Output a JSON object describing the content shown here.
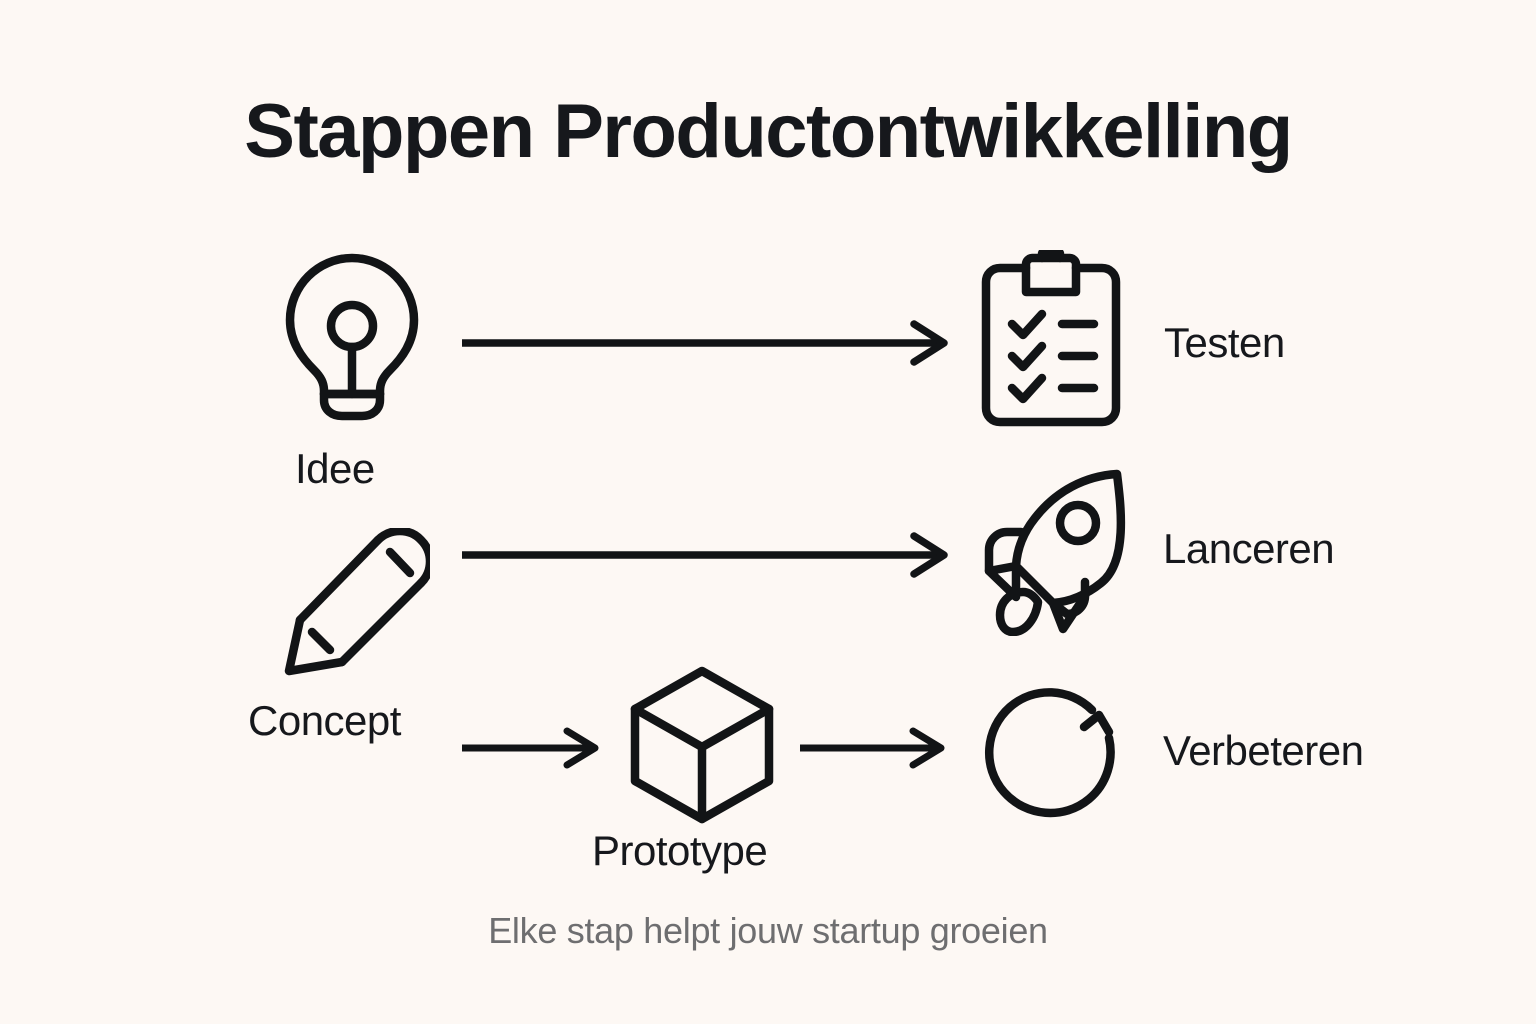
{
  "page": {
    "background_color": "#FDF8F4",
    "text_color": "#16181C",
    "muted_text_color": "#6E6E70",
    "stroke_color": "#121416"
  },
  "header": {
    "title": "Stappen Productontwikkelling"
  },
  "footer": {
    "subtitle": "Elke stap helpt jouw startup groeien"
  },
  "diagram": {
    "type": "process-flow",
    "steps": [
      {
        "id": "idee",
        "label": "Idee",
        "icon": "lightbulb-icon",
        "label_position": "below-icon"
      },
      {
        "id": "testen",
        "label": "Testen",
        "icon": "clipboard-checklist-icon",
        "label_position": "right-of-icon"
      },
      {
        "id": "concept",
        "label": "Concept",
        "icon": "pencil-icon",
        "label_position": "below-icon"
      },
      {
        "id": "lanceren",
        "label": "Lanceren",
        "icon": "rocket-icon",
        "label_position": "right-of-icon"
      },
      {
        "id": "prototype",
        "label": "Prototype",
        "icon": "cube-icon",
        "label_position": "below-icon"
      },
      {
        "id": "verbeteren",
        "label": "Verbeteren",
        "icon": "refresh-circle-icon",
        "label_position": "right-of-icon"
      }
    ],
    "connectors": [
      {
        "id": "idee-to-testen",
        "from": "idee",
        "to": "testen",
        "style": "arrow-right"
      },
      {
        "id": "concept-to-lanceren",
        "from": "concept",
        "to": "lanceren",
        "style": "arrow-right"
      },
      {
        "id": "concept-to-prototype",
        "from": "concept",
        "to": "prototype",
        "style": "arrow-right"
      },
      {
        "id": "prototype-to-verbeteren",
        "from": "prototype",
        "to": "verbeteren",
        "style": "arrow-right"
      }
    ]
  }
}
